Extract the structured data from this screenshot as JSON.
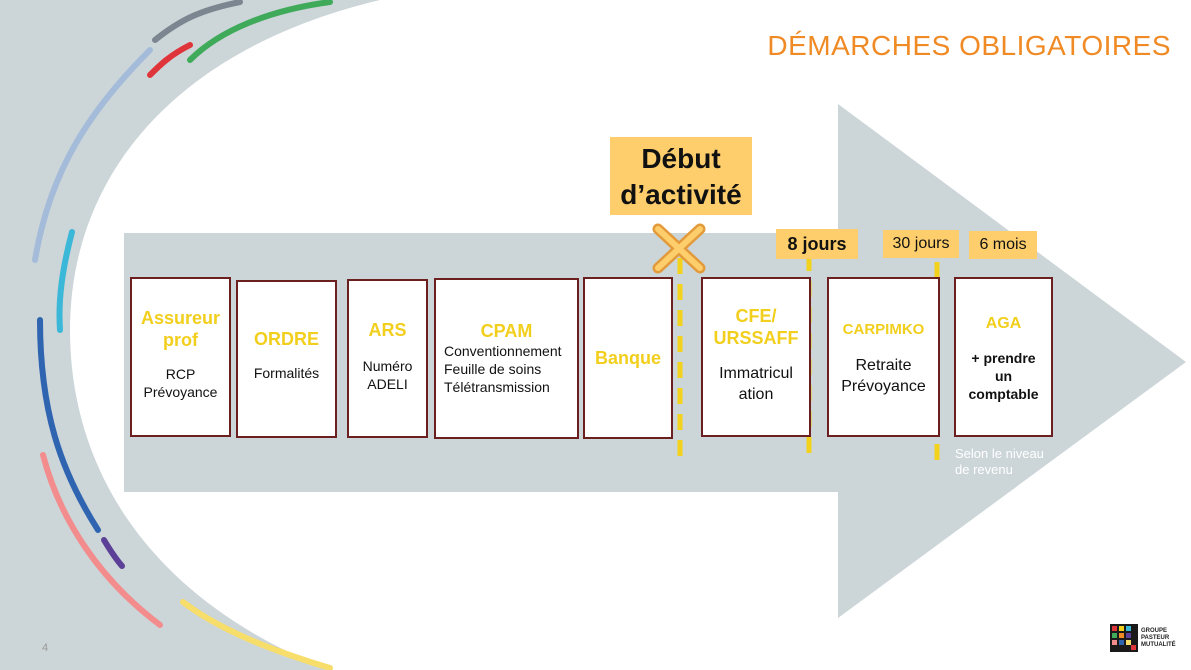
{
  "title": "DÉMARCHES OBLIGATOIRES",
  "start": {
    "line1": "Début",
    "line2": "d’activité"
  },
  "milestones": [
    {
      "label": "8 jours"
    },
    {
      "label": "30 jours"
    },
    {
      "label": "6 mois"
    }
  ],
  "steps": [
    {
      "heading1": "Assureur",
      "heading2": "prof",
      "lines": [
        "RCP",
        "Prévoyance"
      ]
    },
    {
      "heading1": "ORDRE",
      "lines": [
        "Formalités"
      ]
    },
    {
      "heading1": "ARS",
      "lines": [
        "Numéro",
        "ADELI"
      ]
    },
    {
      "heading1": "CPAM",
      "lines": [
        "Conventionnement",
        "Feuille de soins",
        "Télétransmission"
      ]
    },
    {
      "heading1": "Banque",
      "lines": []
    },
    {
      "heading1": "CFE/",
      "heading2": "URSSAFF",
      "lines": [
        "Immatricul",
        "ation"
      ]
    },
    {
      "heading1": "CARPIMKO",
      "lines": [
        "Retraite",
        "Prévoyance"
      ]
    },
    {
      "heading1": "AGA",
      "lines": [
        "+ prendre",
        "un",
        "comptable"
      ]
    }
  ],
  "note": {
    "line1": "Selon le niveau",
    "line2": "de revenu"
  },
  "page_number": "4",
  "logo": {
    "line1": "GROUPE",
    "line2": "PASTEUR",
    "line3": "MUTUALITÉ"
  },
  "colors": {
    "title": "#F08A24",
    "arrow": "#CCD5D8",
    "highlight": "#FDCE6B",
    "heading_yellow": "#F2CF1C",
    "box_border": "#6B1F1F",
    "cross": "#FDCE6B",
    "dash": "#F2D21C"
  }
}
